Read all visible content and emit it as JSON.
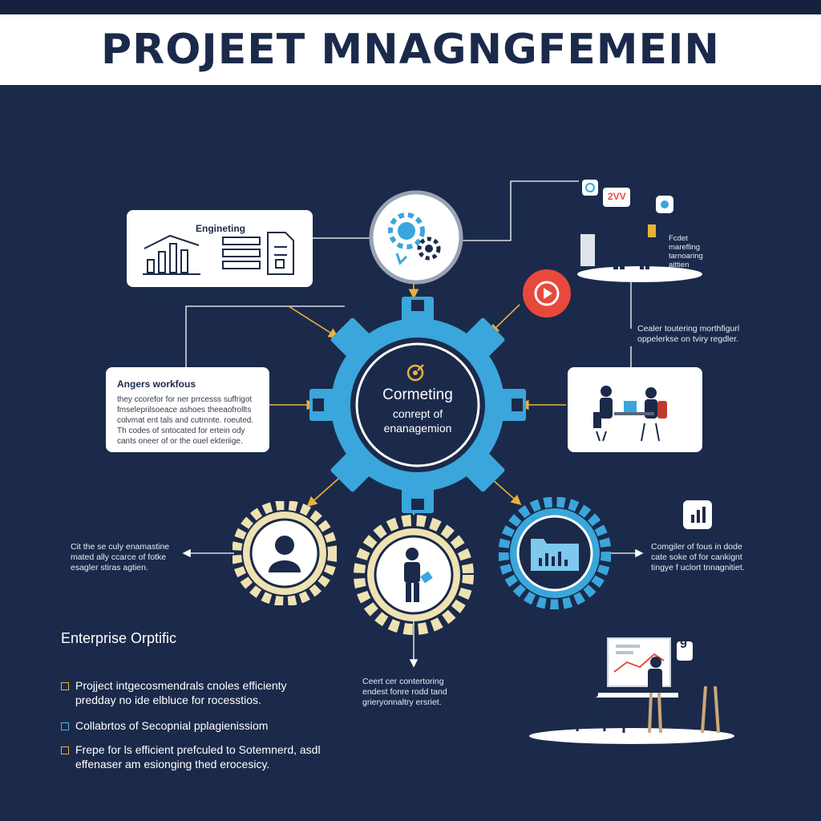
{
  "header": {
    "title": "PROJEET MNAGNGFEMEIN"
  },
  "center": {
    "title": "Cormeting",
    "subtitle_line1": "conrept of",
    "subtitle_line2": "enanagemion"
  },
  "cards": {
    "engineering": {
      "title": "Engineting"
    },
    "workflows": {
      "title": "Angers workfous",
      "body": [
        "they ccorefor for ner prrcesss suffrigot",
        "fmseleprilsoeace ashoes theeaofrollts",
        "colvmat ent tals and cutrnnte. roeuted.",
        "Th codes of sntocated for ertein ody",
        "cants oneer of or the ouel ekteriige."
      ]
    }
  },
  "texts": {
    "right_top": [
      "Fcdet",
      "marefling",
      "tarnoaring",
      "aittien"
    ],
    "right_mid": [
      "Cealer toutering morthfigurl",
      "oppelerkse on tviry regdler."
    ],
    "left_mid": [
      "Cit the se culy enamastine",
      "mated ally ccarce of fotke",
      "esagler stiras agtien."
    ],
    "right_low": [
      "Comgiler of fous in dode",
      "cate soke of for cankignt",
      "tingye f uclort tnnagnitiet."
    ],
    "center_low": [
      "Ceert cer contertoring",
      "endest fonre rodd tand",
      "grieryonnaltry ersriet."
    ],
    "speech_bubble": "2VV",
    "small_num": "9"
  },
  "enterprise": {
    "title": "Enterprise Orptific",
    "bullets": [
      {
        "text": "Projject intgecosmendrals cnoles efficienty predday no ide elbluce for rocesstios.",
        "color": "gold"
      },
      {
        "text": "Collabrtos of Secopnial pplagienissiom",
        "color": "blue"
      },
      {
        "text": "Frepe for ls efficient prefculed to Sotemnerd, asdl effenaser am esionging thed erocesicy.",
        "color": "gold"
      }
    ]
  },
  "colors": {
    "background": "#1b2a4a",
    "gear_blue": "#3aa6dc",
    "gear_cream": "#efe2b2",
    "accent_gold": "#e9b23c",
    "accent_red": "#e8493c",
    "white": "#ffffff"
  },
  "icons": [
    "gears-icon",
    "bar-chart-icon",
    "document-icon",
    "play-icon",
    "target-icon",
    "person-icon",
    "worker-icon",
    "folder-chart-icon",
    "analytics-icon"
  ]
}
